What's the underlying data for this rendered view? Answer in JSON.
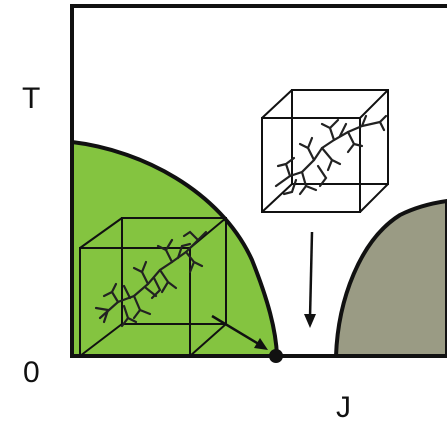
{
  "labels": {
    "y_axis": "T",
    "origin": "0",
    "x_axis": "J"
  },
  "colors": {
    "green_region": "#84c440",
    "gray_region": "#9a9b84",
    "line": "#111111",
    "cluster": "#222222"
  },
  "icons": {
    "cube_left": "cube-with-fractal-cluster-icon",
    "cube_center": "cube-with-fractal-cluster-icon"
  }
}
